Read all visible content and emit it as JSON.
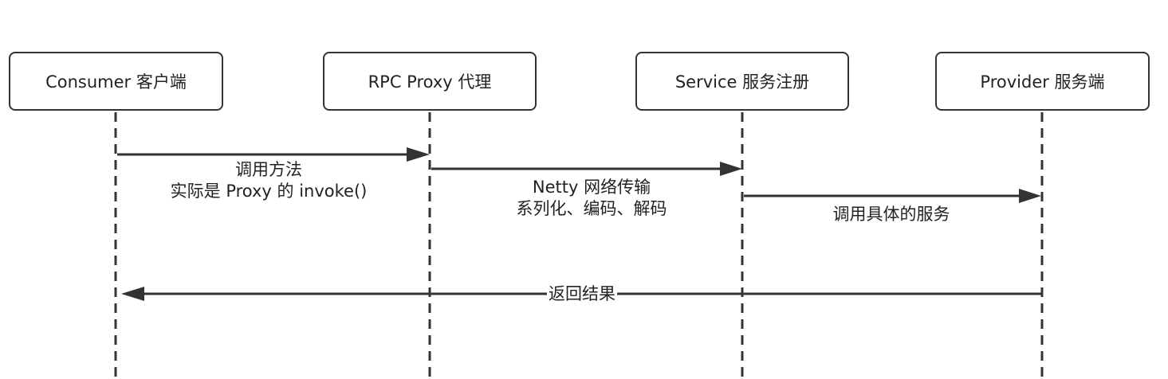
{
  "participants": [
    {
      "label": "Consumer 客户端"
    },
    {
      "label": "RPC Proxy 代理"
    },
    {
      "label": "Service 服务注册"
    },
    {
      "label": "Provider 服务端"
    }
  ],
  "messages": [
    {
      "line1": "调用方法",
      "line2": "实际是 Proxy 的 invoke()"
    },
    {
      "line1": "Netty 网络传输",
      "line2": "系列化、编码、解码"
    },
    {
      "line1": "调用具体的服务"
    },
    {
      "line1": "返回结果"
    }
  ],
  "colors": {
    "line": "#333333",
    "text": "#222222",
    "background": "#ffffff"
  }
}
